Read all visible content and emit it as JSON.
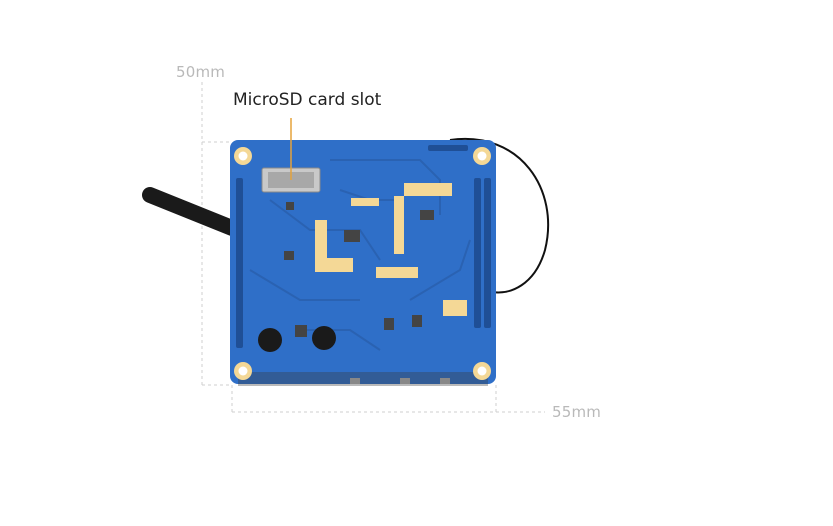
{
  "dimensions": {
    "height_label": "50mm",
    "width_label": "55mm"
  },
  "callout": {
    "label": "MicroSD card slot"
  },
  "colors": {
    "pcb": "#2f6fc8",
    "pcb_dark": "#2a62b2",
    "gold_pad": "#f4d896",
    "callout_line": "#e5a23a",
    "dimension_line": "#cfcfcf",
    "antenna_wire": "#111111"
  }
}
